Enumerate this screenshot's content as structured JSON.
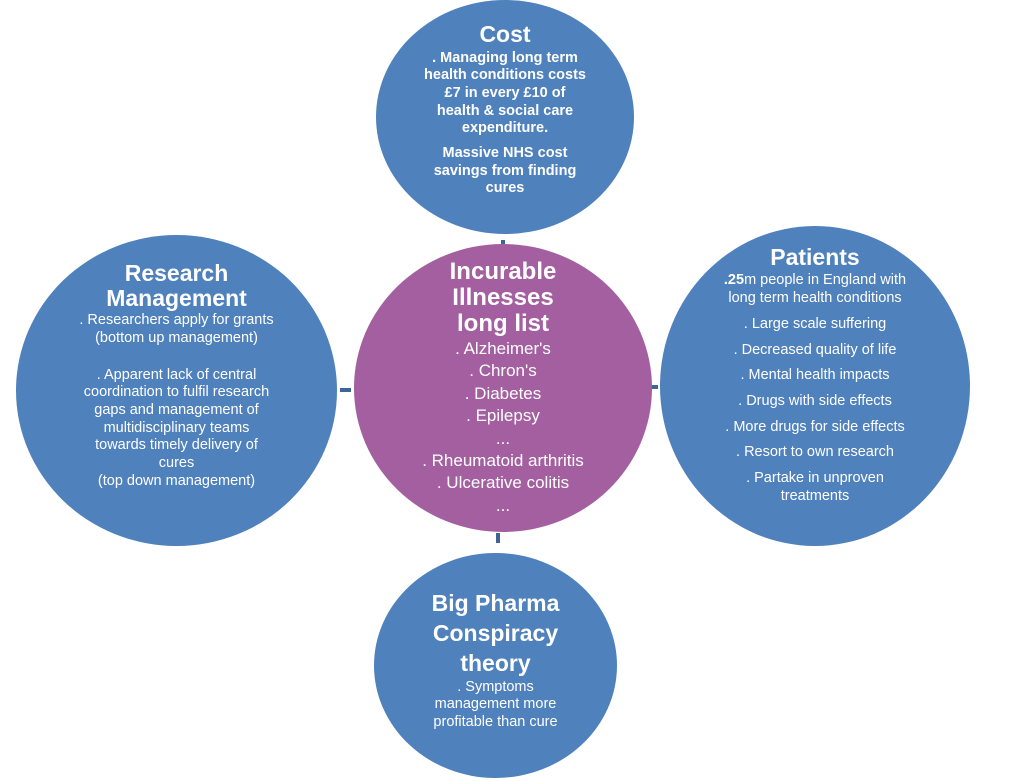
{
  "diagram": {
    "colors": {
      "outer_node": "#4f81bd",
      "center_node": "#a35fa0",
      "connector": "#3d6598"
    },
    "center": {
      "title_lines": [
        "Incurable",
        "Illnesses",
        "long list"
      ],
      "items": [
        ". Alzheimer's",
        ". Chron's",
        ". Diabetes",
        ". Epilepsy",
        "...",
        ". Rheumatoid arthritis",
        ". Ulcerative colitis",
        "..."
      ]
    },
    "cost": {
      "title": "Cost",
      "paragraph1": [
        ". Managing long term",
        "health conditions costs",
        "£7 in every £10 of",
        "health & social care",
        "expenditure."
      ],
      "paragraph2": [
        "Massive NHS cost",
        "savings from finding",
        "cures"
      ]
    },
    "research": {
      "title_lines": [
        "Research",
        "Management"
      ],
      "paragraph1": [
        ". Researchers apply for grants",
        "(bottom up management)"
      ],
      "paragraph2": [
        ".  Apparent lack of central",
        "coordination to fulfil research",
        "gaps and management of",
        "multidisciplinary teams",
        "towards timely delivery of",
        "cures",
        "(top down management)"
      ]
    },
    "patients": {
      "title": "Patients",
      "lead_bold": ".25",
      "lead_rest": "m  people in England with",
      "lead_line2": "long term health conditions",
      "items": [
        ". Large scale suffering",
        ". Decreased quality of life",
        ". Mental health impacts",
        ". Drugs with side effects",
        ". More drugs for side effects",
        ". Resort to own research"
      ],
      "last_item": [
        ". Partake in unproven",
        "treatments"
      ]
    },
    "pharma": {
      "title_lines": [
        "Big Pharma",
        "Conspiracy",
        "theory"
      ],
      "body": [
        ". Symptoms",
        "management more",
        "profitable than cure"
      ]
    }
  }
}
